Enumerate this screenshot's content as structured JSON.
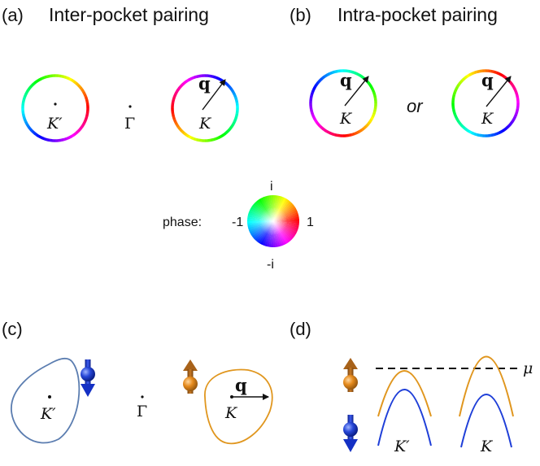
{
  "panels": {
    "a": {
      "letter": "(a)",
      "title": "Inter-pocket pairing",
      "labels": {
        "k_prime": "K′",
        "gamma": "Γ",
        "k": "K",
        "q": "q"
      }
    },
    "b": {
      "letter": "(b)",
      "title": "Intra-pocket pairing",
      "labels": {
        "k1": "K",
        "q1": "q",
        "or": "or",
        "k2": "K",
        "q2": "q"
      }
    },
    "c": {
      "letter": "(c)",
      "labels": {
        "k_prime": "K′",
        "gamma": "Γ",
        "k": "K",
        "q": "q"
      }
    },
    "d": {
      "letter": "(d)",
      "labels": {
        "mu": "μ",
        "k_prime": "K′",
        "k": "K"
      }
    }
  },
  "phase_legend": {
    "label": "phase:",
    "top": "i",
    "left": "-1",
    "right": "1",
    "bottom": "-i"
  },
  "colors": {
    "spin_up": "#e08a1e",
    "spin_down": "#1f3fd8",
    "pocket_kprime": "#5b7db0",
    "pocket_k": "#e0961e",
    "text": "#111111"
  }
}
